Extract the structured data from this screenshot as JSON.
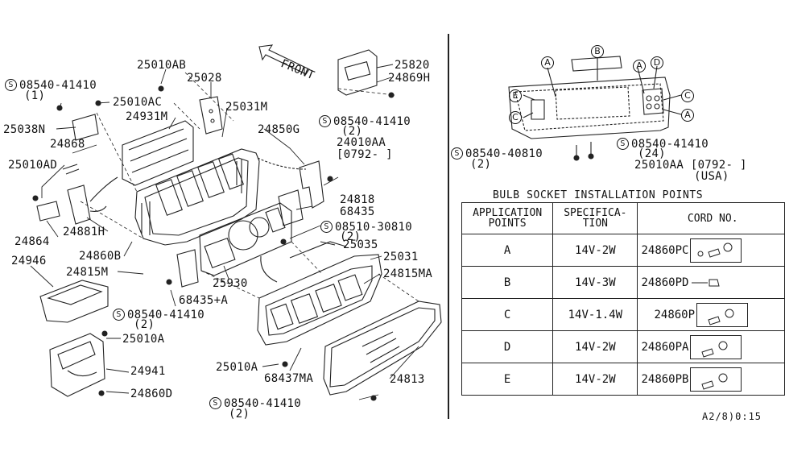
{
  "left_labels": {
    "l_25010AB": "25010AB",
    "l_25028": "25028",
    "l_s1": "08540-41410",
    "l_s1q": "(1)",
    "l_25010AC": "25010AC",
    "l_25031M": "25031M",
    "l_24931M": "24931M",
    "l_25038N": "25038N",
    "l_24868": "24868",
    "l_25010AD": "25010AD",
    "l_24850G": "24850G",
    "l_s2": "08540-41410",
    "l_s2q": "(2)",
    "l_24010AA": "24010AA",
    "l_0792a": "[0792-  ]",
    "l_24818": "24818",
    "l_68435": "68435",
    "l_s3": "08510-30810",
    "l_s3q": "(2)",
    "l_24864": "24864",
    "l_24881H": "24881H",
    "l_24860B": "24860B",
    "l_25035": "25035",
    "l_25031": "25031",
    "l_24815M": "24815M",
    "l_24815MA": "24815MA",
    "l_24946": "24946",
    "l_25930": "25930",
    "l_68435A": "68435+A",
    "l_s4": "08540-41410",
    "l_s4q": "(2)",
    "l_25010A_a": "25010A",
    "l_24941": "24941",
    "l_25010A_b": "25010A",
    "l_68437MA": "68437MA",
    "l_24813": "24813",
    "l_24860D": "24860D",
    "l_s5": "08540-41410",
    "l_s5q": "(2)",
    "l_25820": "25820",
    "l_24869H": "24869H",
    "l_front": "FRONT"
  },
  "right_labels": {
    "r_s1": "08540-40810",
    "r_s1q": "(2)",
    "r_s2": "08540-41410",
    "r_s2q": "(24)",
    "r_25010AA": "25010AA",
    "r_0792": "[0792-  ]",
    "r_usa": "(USA)"
  },
  "callouts": [
    "A",
    "B",
    "A",
    "D",
    "E",
    "C",
    "C",
    "A"
  ],
  "screw_symbol": "S",
  "table": {
    "title": "BULB SOCKET INSTALLATION POINTS",
    "headers": [
      "APPLICATION POINTS",
      "SPECIFICA- TION",
      "CORD NO."
    ],
    "rows": [
      {
        "point": "A",
        "spec": "14V-2W",
        "cord": "24860PC"
      },
      {
        "point": "B",
        "spec": "14V-3W",
        "cord": "24860PD"
      },
      {
        "point": "C",
        "spec": "14V-1.4W",
        "cord": "24860P"
      },
      {
        "point": "D",
        "spec": "14V-2W",
        "cord": "24860PA"
      },
      {
        "point": "E",
        "spec": "14V-2W",
        "cord": "24860PB"
      }
    ]
  },
  "reference_code": "A2/8)0:15"
}
